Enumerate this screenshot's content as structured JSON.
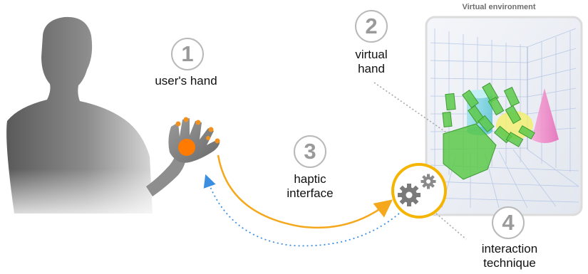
{
  "environment_title": "Virtual environment",
  "steps": [
    {
      "number": "1",
      "label": "user's hand"
    },
    {
      "number": "2",
      "label": "virtual hand"
    },
    {
      "number": "3",
      "label": "haptic interface"
    },
    {
      "number": "4",
      "label": "interaction technique"
    }
  ],
  "colors": {
    "accent": "#f5a81c",
    "feedback": "#3c8fe0",
    "virtual_hand": "#5cc94a",
    "cursor": "#ff7a00",
    "number_gray": "#9a9a9a",
    "gear": "#7a7a7a"
  },
  "icons": [
    "person-silhouette",
    "gear-icon",
    "hand-icon"
  ]
}
